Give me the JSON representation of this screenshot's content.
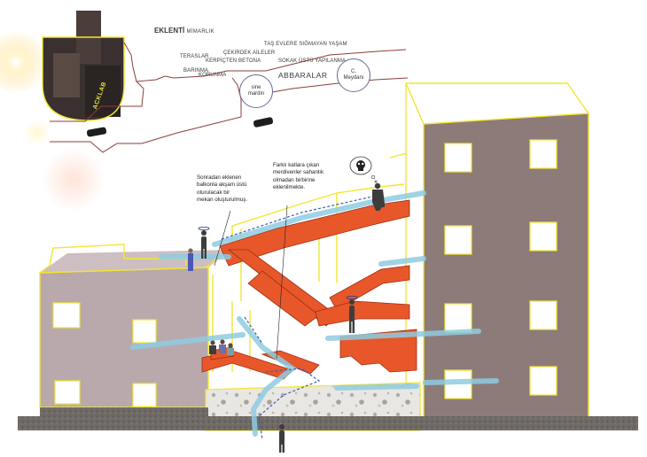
{
  "title": {
    "main": "EKLENTİ",
    "small": "MİMARLIK"
  },
  "map_labels": {
    "tas_evlere": "TAŞ EVLERE SIĞMAYAN YAŞAM",
    "teraslar": "TERASLAR",
    "cekirdek": "ÇEKİRDEK AİLELER",
    "kerpicten": "KERPİÇTEN BETONA",
    "sokak": "SOKAK ÜSTÜ YAPILANMA",
    "barinma": "BARINMA",
    "korunma": "KORUNMA",
    "abbaralar": "ABBARALAR",
    "sine_mardin": [
      "sine",
      "mardin"
    ],
    "c_meydani": [
      "C.",
      "Meydanı"
    ]
  },
  "badge": "ACKLAB",
  "notes": {
    "left": [
      "Sonradan eklenen",
      "balkonla akşam üstü",
      "oturulacak bir",
      "mekan oluşturulmuş."
    ],
    "right": [
      "Farklı katlara çıkan",
      "merdivenler sahanlık",
      "olmadan birbirine",
      "eklenilmekte."
    ]
  },
  "colors": {
    "outline": "#f2e630",
    "stair": "#e8572a",
    "stair_edge": "#9e2f12",
    "path": "#8ecbe0",
    "path_dash": "#3a5fb0",
    "building_left": "#b9a9ad",
    "building_right": "#8d7b7a",
    "ground": "#6f6a66",
    "map_line": "#8a3f3a"
  }
}
